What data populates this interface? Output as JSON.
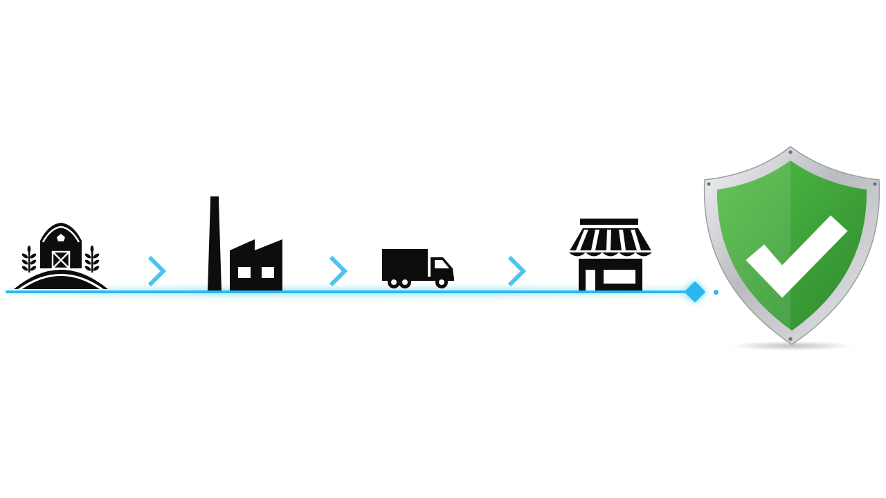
{
  "stages": [
    {
      "name": "farm",
      "icon": "farm-barn-icon"
    },
    {
      "name": "factory",
      "icon": "factory-icon"
    },
    {
      "name": "transport",
      "icon": "delivery-truck-icon"
    },
    {
      "name": "store",
      "icon": "storefront-icon"
    },
    {
      "name": "verified",
      "icon": "green-shield-checkmark-icon"
    }
  ],
  "colors": {
    "line": "#29b9ee",
    "chevron": "#4fc3f0",
    "icon": "#0d0d0d",
    "shield_green": "#3fa43a",
    "shield_silver": "#c9cbce"
  }
}
